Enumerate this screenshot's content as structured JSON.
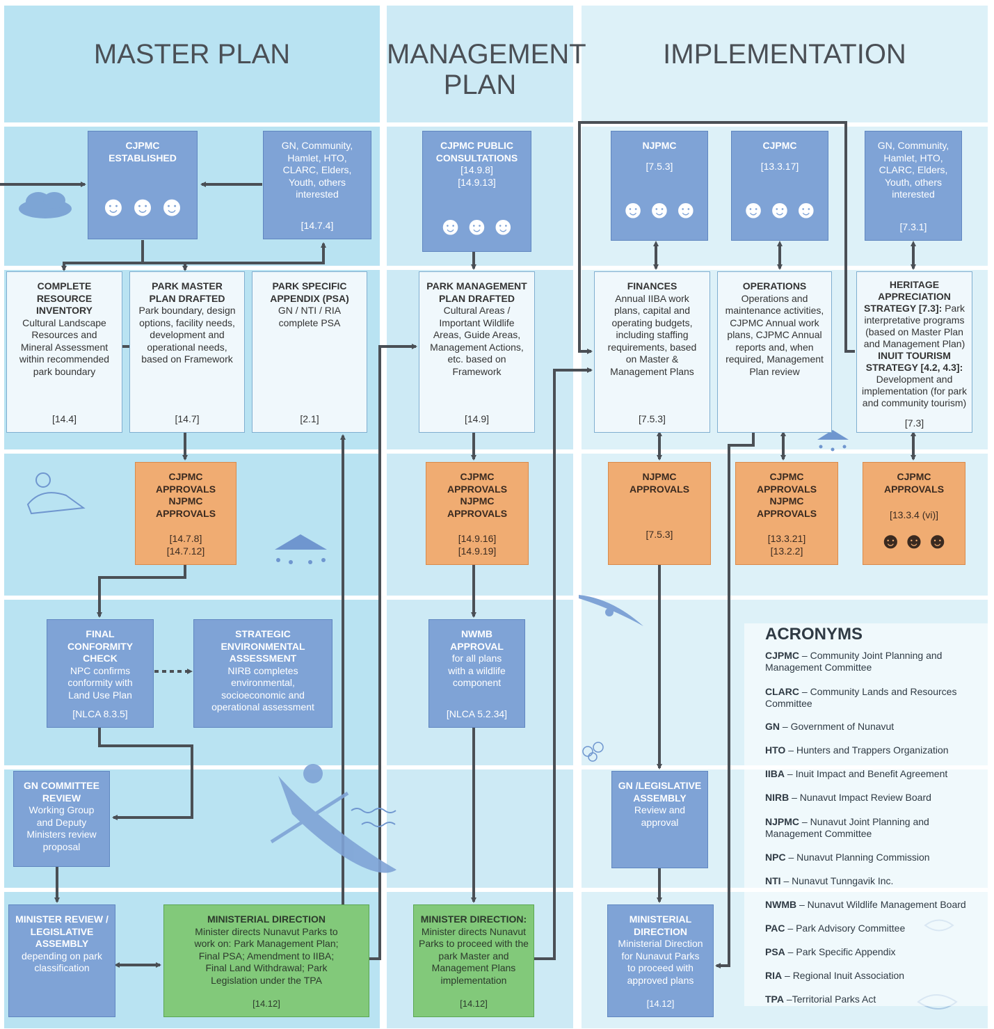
{
  "headers": {
    "master_plan": "MASTER PLAN",
    "management_plan": "MANAGEMENT PLAN",
    "implementation": "IMPLEMENTATION"
  },
  "master": {
    "cjpmc_established": {
      "title": "CJPMC ESTABLISHED"
    },
    "gn_community": {
      "body": "GN, Community,\nHamlet, HTO,\nCLARC, Elders,\nYouth, others\ninterested",
      "ref": "[14.7.4]"
    },
    "complete_inventory": {
      "title": "COMPLETE\nRESOURCE\nINVENTORY",
      "body": "Cultural Landscape\nResources and\nMineral Assessment\nwithin recommended\npark boundary",
      "ref": "[14.4]"
    },
    "park_master_plan": {
      "title": "PARK MASTER\nPLAN DRAFTED",
      "body": "Park boundary, design\noptions, facility needs,\ndevelopment and\noperational needs,\nbased on Framework",
      "ref": "[14.7]"
    },
    "psa": {
      "title": "PARK SPECIFIC\nAPPENDIX (PSA)",
      "body": "GN / NTI / RIA\ncomplete  PSA",
      "ref": "[2.1]"
    },
    "approvals": {
      "title": "CJPMC APPROVALS\nNJPMC APPROVALS",
      "ref": "[14.7.8]\n[14.7.12]"
    },
    "conformity": {
      "title": "FINAL\nCONFORMITY CHECK",
      "body": "NPC confirms\nconformity with\nLand Use Plan",
      "ref": "[NLCA 8.3.5]"
    },
    "sea": {
      "title": "STRATEGIC\nENVIRONMENTAL\nASSESSMENT",
      "body": "NIRB completes\nenvironmental,\nsocioeconomic and\noperational assessment"
    },
    "gn_committee": {
      "title": "GN COMMITTEE\nREVIEW",
      "body": "Working Group\nand Deputy\nMinisters review\nproposal"
    },
    "minister_review": {
      "title": "MINISTER REVIEW /\nLEGISLATIVE\nASSEMBLY",
      "body": "depending on park\nclassification"
    },
    "ministerial_direction": {
      "title": "MINISTERIAL DIRECTION",
      "body": "Minister directs Nunavut Parks to\nwork on: Park Management Plan;\nFinal PSA; Amendment to IIBA;\nFinal Land Withdrawal; Park\nLegislation under the TPA",
      "ref": "[14.12]"
    }
  },
  "management": {
    "public_consultations": {
      "title": "CJPMC PUBLIC\nCONSULTATIONS",
      "body": "[14.9.8]\n[14.9.13]"
    },
    "plan_drafted": {
      "title": "PARK MANAGEMENT\nPLAN DRAFTED",
      "body": "Cultural Areas /\nImportant Wildlife\nAreas, Guide Areas,\nManagement Actions,\netc. based on\nFramework",
      "ref": "[14.9]"
    },
    "approvals": {
      "title": "CJPMC APPROVALS\nNJPMC APPROVALS",
      "ref": "[14.9.16]\n[14.9.19]"
    },
    "nwmb": {
      "title": "NWMB APPROVAL",
      "body": "for all plans\nwith a wildlife\ncomponent",
      "ref": "[NLCA 5.2.34]"
    },
    "minister_direction": {
      "title": "MINISTER DIRECTION:",
      "body": "Minister directs Nunavut\nParks to proceed with the\npark Master and\nManagement Plans\nimplementation",
      "ref": "[14.12]"
    }
  },
  "implementation": {
    "njpmc": {
      "title": "NJPMC",
      "ref": "[7.5.3]"
    },
    "cjpmc": {
      "title": "CJPMC",
      "ref": "[13.3.17]"
    },
    "gn_community": {
      "body": "GN, Community,\nHamlet, HTO,\nCLARC, Elders,\nYouth, others\ninterested",
      "ref": "[7.3.1]"
    },
    "finances": {
      "title": "FINANCES",
      "body": "Annual IIBA work\nplans, capital and\noperating budgets,\nincluding staffing\nrequirements, based\non Master &\nManagement Plans",
      "ref": "[7.5.3]"
    },
    "operations": {
      "title": "OPERATIONS",
      "body": "Operations and\nmaintenance activities,\nCJPMC Annual work\nplans, CJPMC Annual\nreports and, when\nrequired, Management\nPlan review"
    },
    "heritage": {
      "title1": "HERITAGE\nAPPRECIATION\nSTRATEGY [7.3]:",
      "body1": " Park\ninterpretative programs\n(based on Master Plan\nand Management Plan)",
      "title2": "INUIT TOURISM\nSTRATEGY [4.2, 4.3]:",
      "body2": "Development and\nimplementation (for park\nand community tourism)",
      "ref": "[7.3]"
    },
    "njpmc_approvals": {
      "title": "NJPMC\nAPPROVALS",
      "ref": "[7.5.3]"
    },
    "cjpmc_njpmc_approvals": {
      "title": "CJPMC APPROVALS\nNJPMC APPROVALS",
      "ref": "[13.3.21]\n[13.2.2]"
    },
    "cjpmc_approvals": {
      "title": "CJPMC APPROVALS",
      "ref": "[13.3.4 (vi)]"
    },
    "gn_legislative": {
      "title": "GN /LEGISLATIVE\nASSEMBLY",
      "body": "Review and\napproval"
    },
    "ministerial_direction": {
      "title": "MINISTERIAL\nDIRECTION",
      "body": "Ministerial Direction\nfor Nunavut Parks\nto proceed with\napproved plans",
      "ref": "[14.12]"
    }
  },
  "acronyms": {
    "title": "ACRONYMS",
    "items": [
      {
        "abbr": "CJPMC",
        "text": " – Community Joint Planning and Management Committee"
      },
      {
        "abbr": "CLARC",
        "text": "  – Community Lands and Resources Committee"
      },
      {
        "abbr": "GN",
        "text": "  – Government of Nunavut"
      },
      {
        "abbr": "HTO",
        "text": " – Hunters and Trappers Organization"
      },
      {
        "abbr": "IIBA",
        "text": "  – Inuit Impact and Benefit Agreement"
      },
      {
        "abbr": "NIRB",
        "text": " – Nunavut Impact Review Board"
      },
      {
        "abbr": "NJPMC",
        "text": " – Nunavut Joint Planning and Management Committee"
      },
      {
        "abbr": "NPC",
        "text": " – Nunavut Planning Commission"
      },
      {
        "abbr": "NTI",
        "text": "  – Nunavut Tunngavik Inc."
      },
      {
        "abbr": "NWMB",
        "text": " – Nunavut Wildlife Management Board"
      },
      {
        "abbr": "PAC",
        "text": "  – Park Advisory Committee"
      },
      {
        "abbr": "PSA",
        "text": "  – Park Specific Appendix"
      },
      {
        "abbr": "RIA",
        "text": "  – Regional Inuit Association"
      },
      {
        "abbr": "TPA",
        "text": "  –Territorial Parks Act"
      }
    ]
  },
  "colors": {
    "blue": "#7fa3d6",
    "orange": "#f0ac72",
    "green": "#82c97a",
    "arrow": "#4a4f55"
  }
}
